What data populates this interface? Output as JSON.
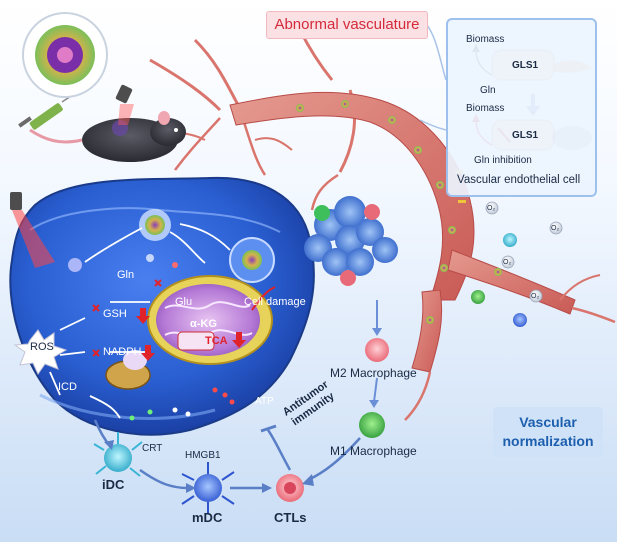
{
  "title": "Abnormal vasculature",
  "endothelial_panel": {
    "top_biomass": "Biomass",
    "top_enzyme": "GLS1",
    "top_substrate": "Gln",
    "bottom_biomass": "Biomass",
    "bottom_enzyme": "GLS1",
    "bottom_substrate": "Gln inhibition",
    "caption": "Vascular endothelial cell"
  },
  "cell_labels": {
    "gln": "Gln",
    "glu": "Glu",
    "akg": "α-KG",
    "tca": "TCA",
    "cell_damage": "Cell damage",
    "gsh": "GSH",
    "nadph": "NADPH",
    "ros": "ROS",
    "icd": "ICD",
    "atp": "ATP",
    "crt": "CRT",
    "hmgb1": "HMGB1"
  },
  "immune_labels": {
    "idc": "iDC",
    "mdc": "mDC",
    "ctls": "CTLs",
    "m2": "M2 Macrophage",
    "m1": "M1 Macrophage",
    "antitumor": "Antitumor immunity"
  },
  "normalization_label": "Vascular normalization",
  "oxygen_label": "O₂",
  "colors": {
    "banner_text": "#d42a3a",
    "vessel": "#d8706a",
    "cell_blue": "#2f63d6",
    "mito_purple": "#b57ad6",
    "down_arrow": "#e0232b",
    "normalization_text": "#1d5fae"
  }
}
